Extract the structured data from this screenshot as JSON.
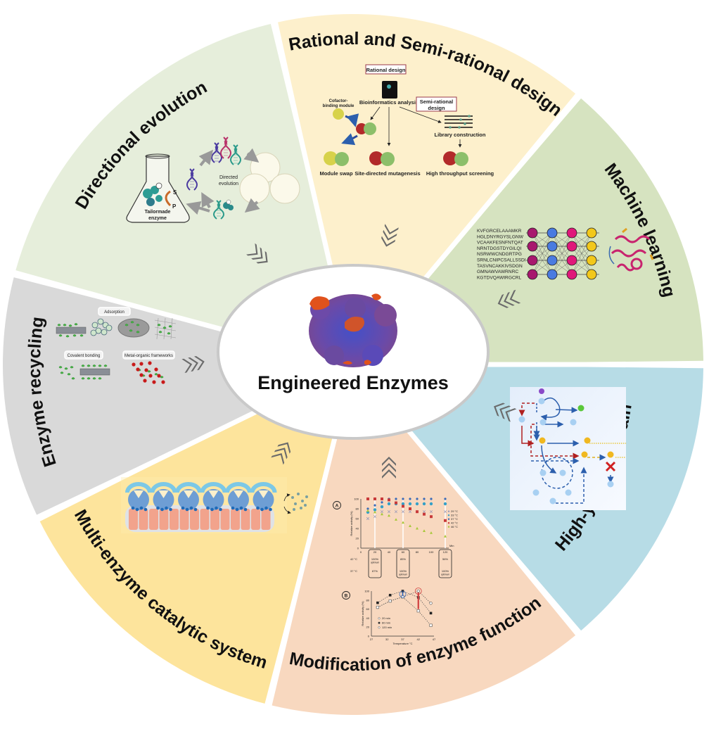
{
  "center": {
    "title": "Engineered Enzymes"
  },
  "colors": {
    "directional": "#e6eedb",
    "rational": "#fdf0cc",
    "machine": "#d6e3c0",
    "high_yield": "#b7dce6",
    "modification": "#f8d8bf",
    "multi_enzyme": "#fde49c",
    "recycling": "#d9d9d9",
    "arrow": "#6b6b6b",
    "center_fill": "#ffffff",
    "center_stroke": "#c9c9c9"
  },
  "sections": {
    "directional": {
      "title": "Directional evolution",
      "labels": {
        "cycle": [
          "Directed",
          "evolution"
        ],
        "flask": [
          "Tailormade",
          "enzyme"
        ],
        "s": "S",
        "p": "P"
      }
    },
    "rational": {
      "title": "Rational and Semi-rational design",
      "labels": {
        "rational_box": "Rational design",
        "semi_box": [
          "Semi-rational",
          "design"
        ],
        "bioinfo": "Bioinformatics analysis",
        "cofactor": [
          "Cofactor-",
          "binding module"
        ],
        "module_swap": "Module swap",
        "site_directed": "Site-directed mutagenesis",
        "library": "Library construction",
        "hts": "High throughput screening"
      }
    },
    "machine": {
      "title": "Machine learning",
      "sequences": [
        "KVFGRCELAAAMKR",
        "HGLDNYRGYSLGNW",
        "VCAAKFESNFNTQAT",
        "NRNTDGSTDYGILQI",
        "NSRWWCNDGRTPG",
        "SRNLCNIPCSALLSSDI",
        "TASVNCAKKIVSDGN",
        "GMNAWVAWRNRC",
        "KGTDVQAWIRGCRL"
      ],
      "network_layers": 4
    },
    "high_yield": {
      "title": "High-yielding strain"
    },
    "modification": {
      "title": "Modification of enzyme function",
      "chart_a": {
        "badge": "A",
        "ylabel": "Relative activity (%)",
        "xunit": "Min",
        "xticks": [
          "0",
          "20",
          "40",
          "60",
          "80",
          "100",
          "120"
        ],
        "yticks": [
          "0",
          "20",
          "40",
          "60",
          "80",
          "100"
        ],
        "legend": [
          "29 °C",
          "33 °C",
          "37 °C",
          "42 °C",
          "46 °C"
        ],
        "row_42": {
          "label": "42 °C",
          "values": [
            "100%",
            "85%",
            "56%"
          ],
          "note": "optimum"
        },
        "row_37": {
          "label": "37 °C",
          "values": [
            "87%",
            "100%",
            "100%"
          ],
          "notes": [
            "",
            "optimum",
            "optimum"
          ]
        }
      },
      "chart_b": {
        "badge": "B",
        "ylabel": "Relative activity (%)",
        "xlabel": "Temperature °C",
        "xticks": [
          "27",
          "32",
          "37",
          "42",
          "47"
        ],
        "yticks": [
          "0",
          "20",
          "40",
          "60",
          "80",
          "100"
        ],
        "legend": [
          "20 min",
          "60 min",
          "120 min"
        ]
      }
    },
    "multi_enzyme": {
      "title": "Multi-enzyme catalytic system",
      "enzyme_count": 6
    },
    "recycling": {
      "title": "Enzyme recycling",
      "labels": {
        "adsorption": "Adsorption",
        "covalent": "Covalent bonding",
        "mof": "Metal-organic frameworks"
      }
    }
  },
  "chart_data": [
    {
      "type": "scatter",
      "title": "A",
      "xlabel": "Min",
      "ylabel": "Relative activity (%)",
      "xlim": [
        0,
        120
      ],
      "ylim": [
        0,
        100
      ],
      "x": [
        10,
        20,
        30,
        40,
        50,
        60,
        70,
        80,
        90,
        100,
        120
      ],
      "series": [
        {
          "name": "29 °C",
          "values": [
            60,
            64,
            74,
            74,
            74,
            74,
            74,
            74,
            74,
            74,
            74
          ]
        },
        {
          "name": "33 °C",
          "values": [
            73,
            78,
            84,
            90,
            90,
            90,
            90,
            90,
            90,
            90,
            90
          ]
        },
        {
          "name": "37 °C",
          "values": [
            80,
            87,
            93,
            100,
            100,
            100,
            100,
            100,
            100,
            100,
            100
          ]
        },
        {
          "name": "42 °C",
          "values": [
            100,
            100,
            100,
            98,
            92,
            85,
            80,
            74,
            69,
            64,
            56
          ]
        },
        {
          "name": "46 °C",
          "values": [
            76,
            73,
            69,
            66,
            58,
            52,
            45,
            40,
            35,
            31,
            24
          ]
        }
      ]
    },
    {
      "type": "line",
      "title": "B",
      "xlabel": "Temperature °C",
      "ylabel": "Relative activity (%)",
      "xlim": [
        27,
        47
      ],
      "ylim": [
        0,
        100
      ],
      "x": [
        29,
        33,
        37,
        42,
        46
      ],
      "series": [
        {
          "name": "20 min",
          "values": [
            64,
            78,
            87,
            100,
            73
          ]
        },
        {
          "name": "60 min",
          "values": [
            74,
            91,
            100,
            86,
            51
          ]
        },
        {
          "name": "120 min",
          "values": [
            64,
            78,
            87,
            56,
            24
          ]
        }
      ]
    }
  ]
}
